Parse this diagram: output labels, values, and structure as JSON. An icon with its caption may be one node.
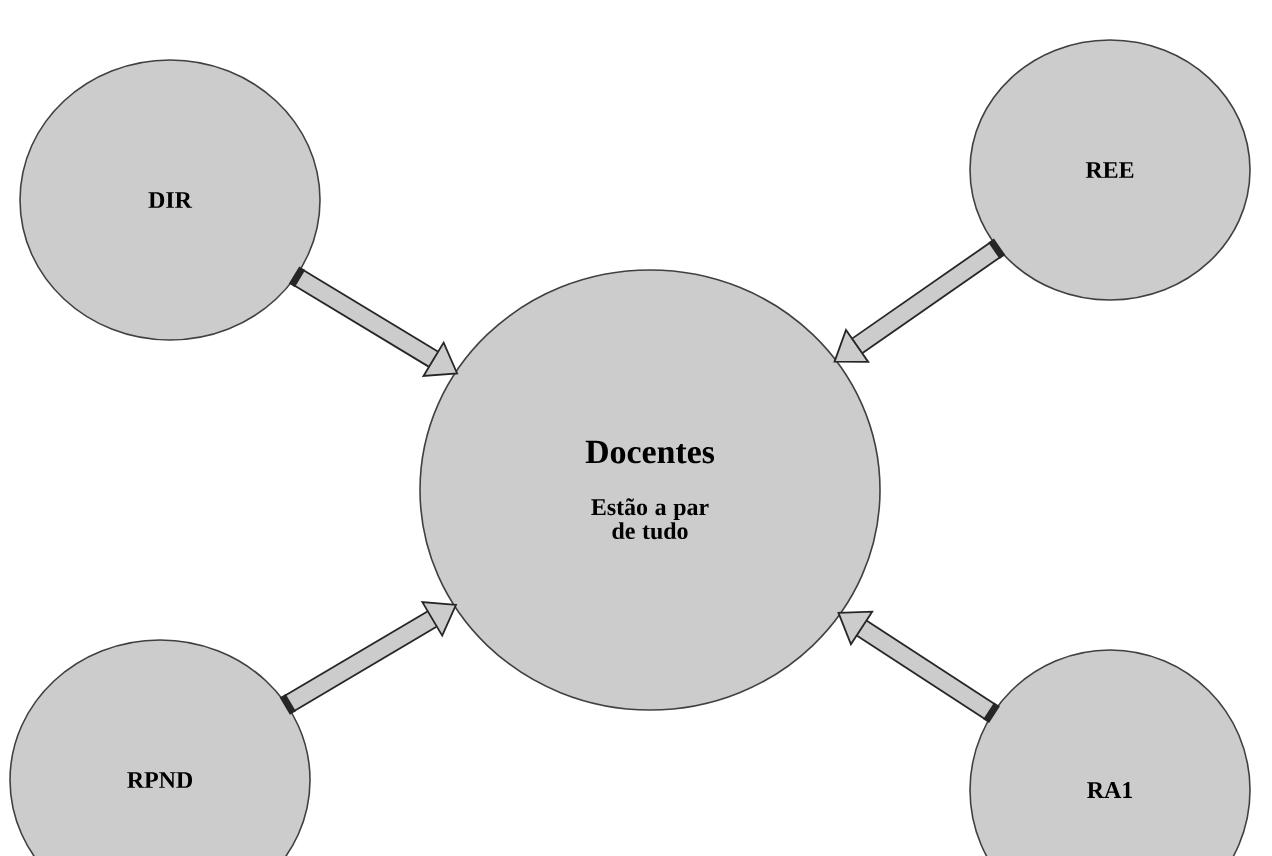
{
  "diagram": {
    "nodes": [
      {
        "text": [
          "Docentes",
          "Estão a par de tudo"
        ]
      },
      {
        "text": [
          "DIR"
        ]
      },
      {
        "text": [
          "REE"
        ]
      },
      {
        "text": [
          "RPND"
        ]
      },
      {
        "text": [
          "RA1"
        ]
      }
    ],
    "edges": [
      {
        "from": 1,
        "to": 0,
        "arrow": "to"
      },
      {
        "from": 2,
        "to": 0,
        "arrow": "to"
      },
      {
        "from": 3,
        "to": 0,
        "arrow": "to"
      },
      {
        "from": 4,
        "to": 0,
        "arrow": "to"
      }
    ]
  }
}
